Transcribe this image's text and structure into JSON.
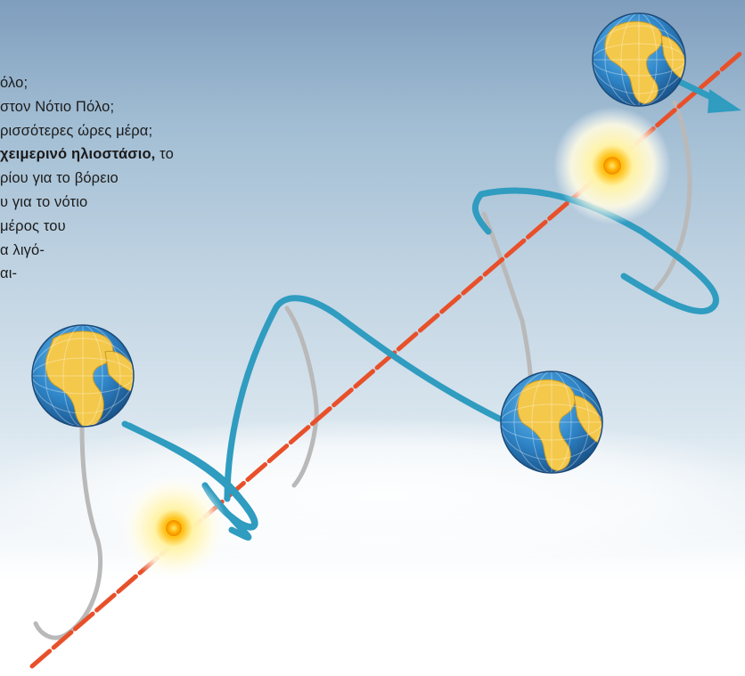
{
  "text_lines": [
    "όλο;",
    "στον Νότιο Πόλο;",
    "ρισσότερες ώρες μέρα;",
    "χειμερινό ηλιοστάσιο,",
    "ρίου για το βόρειο",
    "υ για το νότιο",
    "μέρος του",
    "α λιγό-",
    "αι-"
  ],
  "text_line_4_tail": " το",
  "colors": {
    "sky_top": "#7f9dbd",
    "sky_bottom": "#ffffff",
    "ribbon_blue": "#2f9cc0",
    "ribbon_grey": "#b8b8b8",
    "axis_red": "#e8502a",
    "sun_core": "#ffb400",
    "earth_ocean": "#2f86c8",
    "earth_land": "#f4c84a"
  },
  "icons": {
    "earth": "earth-globe-icon",
    "sun": "sun-icon",
    "arrow": "direction-arrow-icon"
  }
}
